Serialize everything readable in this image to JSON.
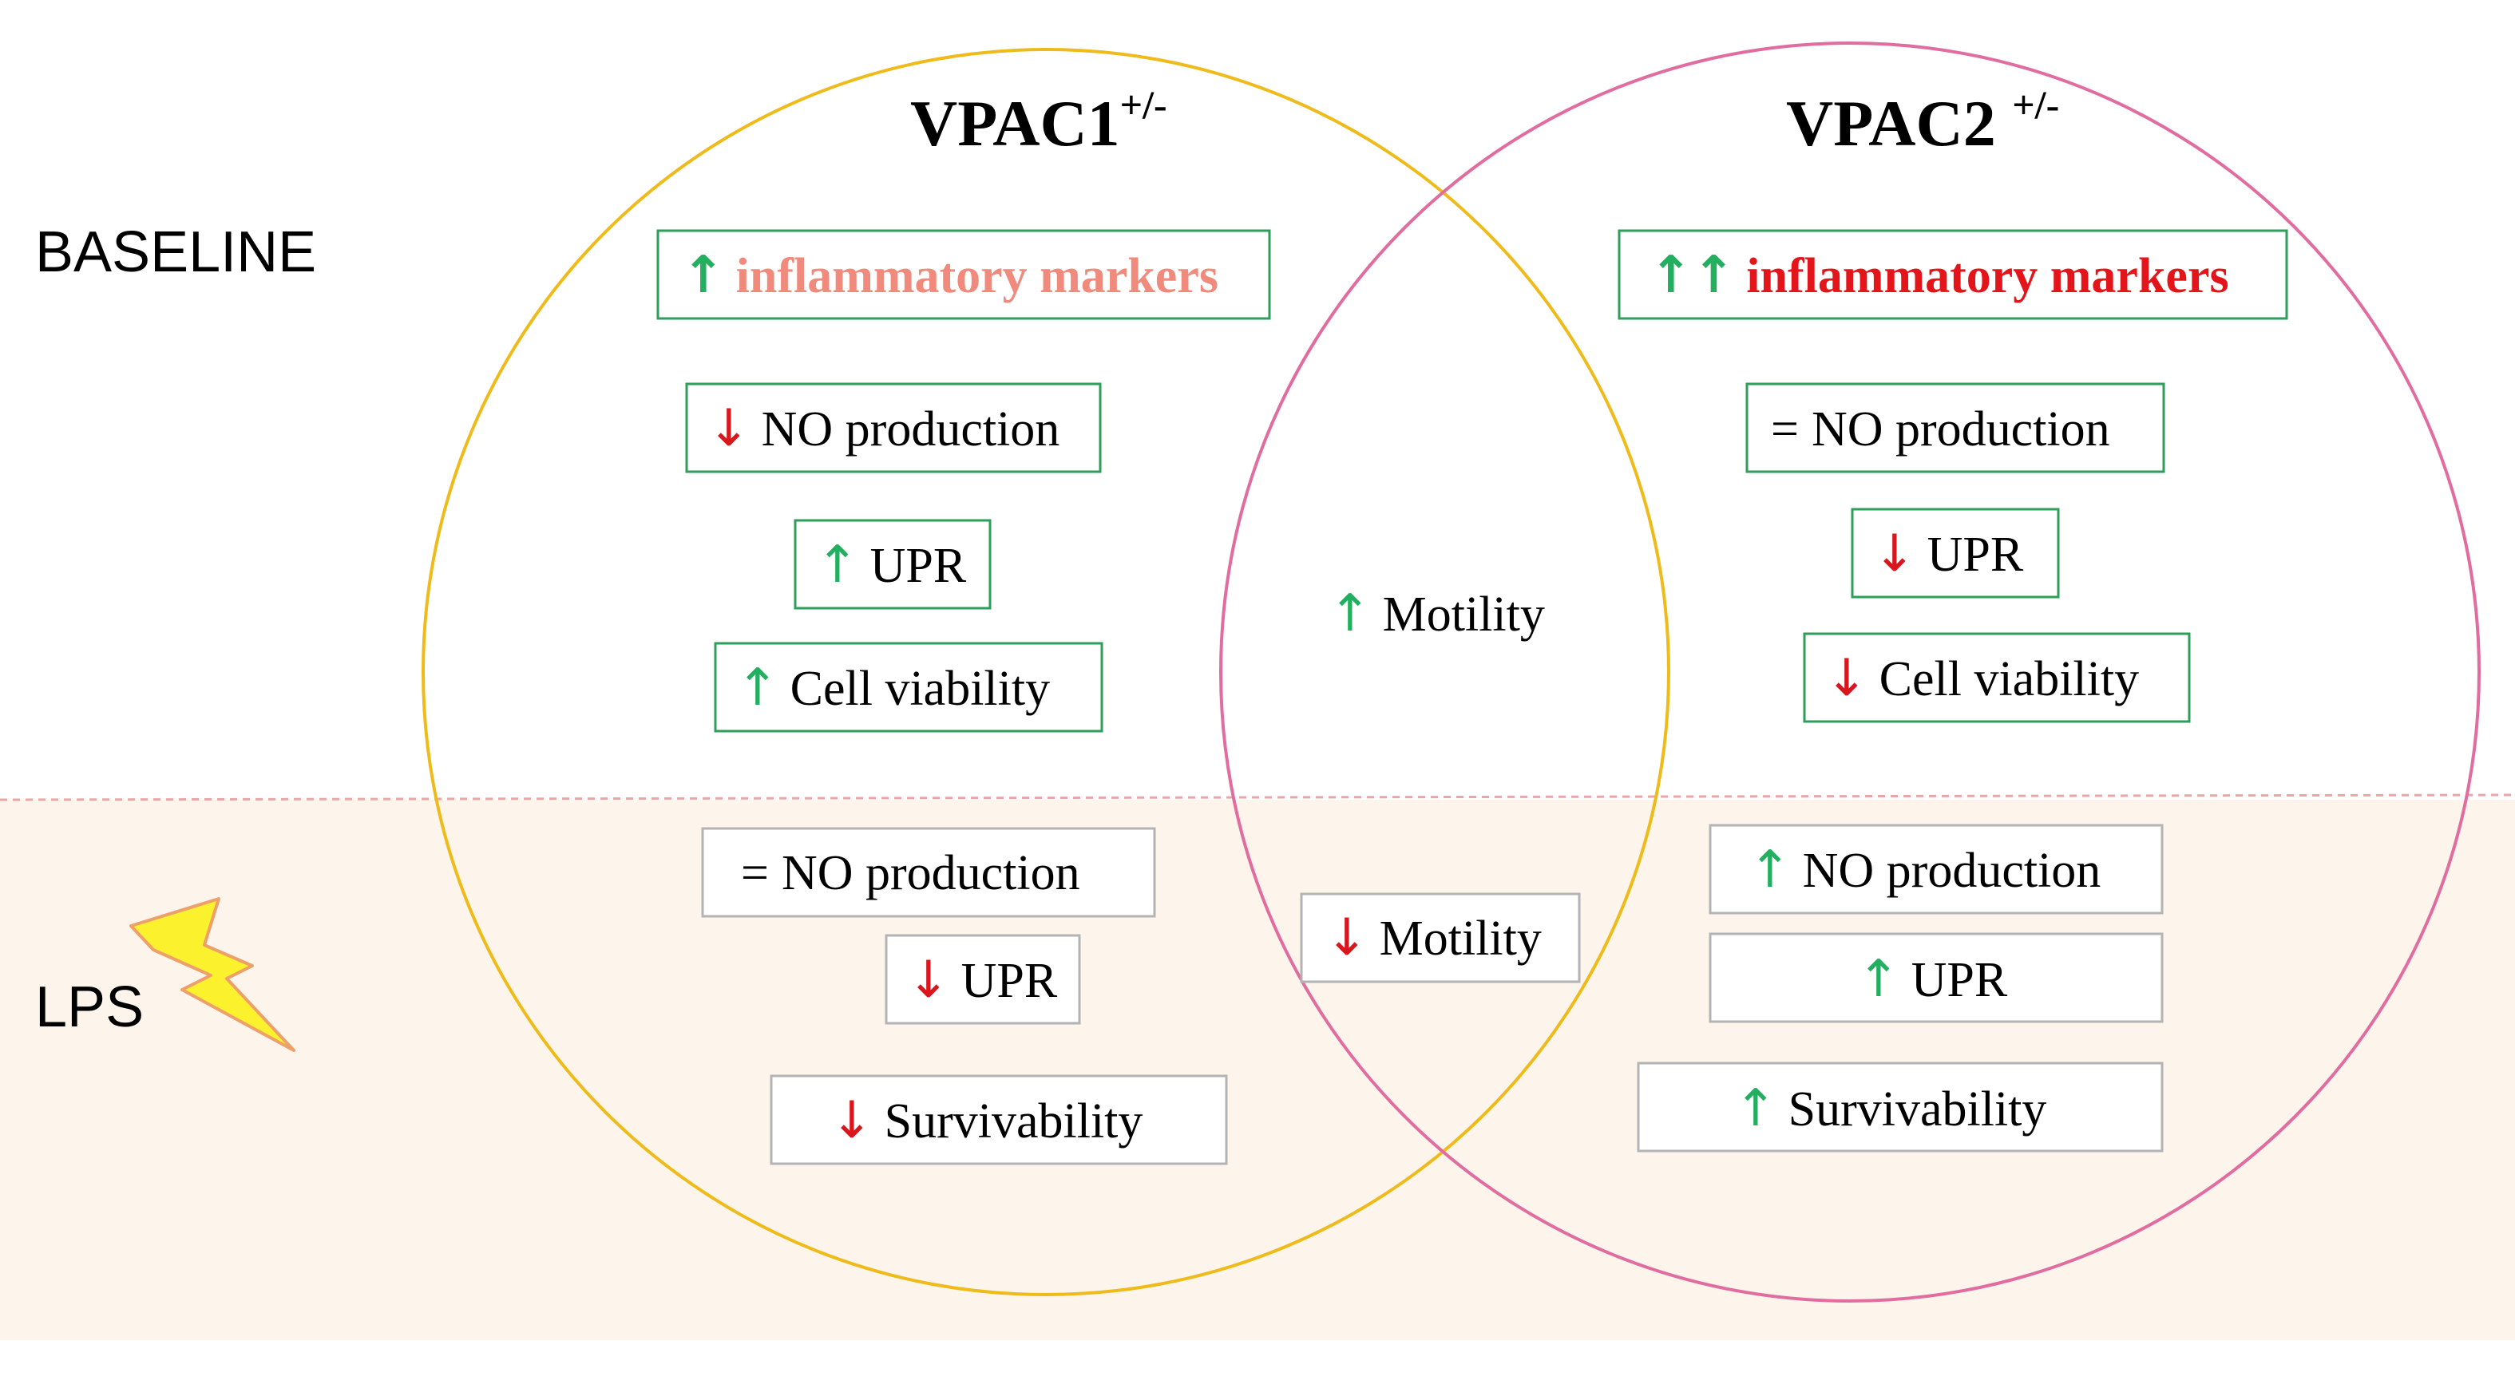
{
  "colors": {
    "lps_band": "#fdf5ec",
    "divider": "#e9a6a6",
    "vpac1_circle": "#eebb1a",
    "vpac2_circle": "#e06ca0",
    "box_border_baseline": "#2e9e5b",
    "box_border_lps": "#b3b3b3",
    "arrow_up": "#22b060",
    "arrow_down": "#d9161c",
    "infl_light": "#ef8a7c",
    "infl_strong": "#e3151b",
    "bolt_fill": "#fbf12c",
    "bolt_stroke": "#eea06a"
  },
  "rows": {
    "baseline_label": "BASELINE",
    "lps_label": "LPS"
  },
  "titles": {
    "vpac1_main": "VPAC1",
    "vpac1_sup": "+/-",
    "vpac2_main": "VPAC2 ",
    "vpac2_sup": "+/-"
  },
  "boxes": {
    "vpac1_baseline": [
      {
        "arrow": "↑",
        "dir": "up",
        "text": "inflammatory markers",
        "style": "infl_light"
      },
      {
        "arrow": "↓",
        "dir": "down",
        "text": "NO production"
      },
      {
        "arrow": "↑",
        "dir": "up",
        "text": "UPR"
      },
      {
        "arrow": "↑",
        "dir": "up",
        "text": "Cell viability"
      }
    ],
    "vpac1_lps": [
      {
        "arrow": "=",
        "dir": "equal",
        "text": "NO production"
      },
      {
        "arrow": "↓",
        "dir": "down",
        "text": "UPR"
      },
      {
        "arrow": "↓",
        "dir": "down",
        "text": "Survivability"
      }
    ],
    "shared_baseline": {
      "arrow": "↑",
      "dir": "up",
      "text": "Motility"
    },
    "shared_lps": {
      "arrow": "↓",
      "dir": "down",
      "text": "Motility"
    },
    "vpac2_baseline": [
      {
        "arrow": "↑↑",
        "dir": "up",
        "text": "inflammatory markers",
        "style": "infl_strong"
      },
      {
        "arrow": "=",
        "dir": "equal",
        "text": "NO production"
      },
      {
        "arrow": "↓",
        "dir": "down",
        "text": "UPR"
      },
      {
        "arrow": "↓",
        "dir": "down",
        "text": "Cell viability"
      }
    ],
    "vpac2_lps": [
      {
        "arrow": "↑",
        "dir": "up",
        "text": "NO production"
      },
      {
        "arrow": "↑",
        "dir": "up",
        "text": "UPR"
      },
      {
        "arrow": "↑",
        "dir": "up",
        "text": "Survivability"
      }
    ]
  },
  "icons": {
    "lps_icon": "lightning-bolt-icon"
  }
}
